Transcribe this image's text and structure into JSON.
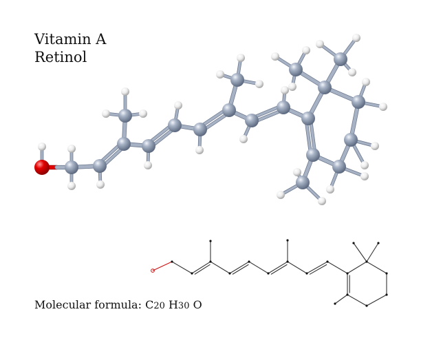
{
  "title": {
    "line1": "Vitamin A",
    "line2": "Retinol"
  },
  "formula": {
    "label": "Molecular formula:",
    "c": "C",
    "c_count": "20",
    "h": "H",
    "h_count": "30",
    "o": "O"
  },
  "colors": {
    "carbon": "#8e9bb0",
    "hydrogen": "#eeeeee",
    "oxygen": "#e30000",
    "bond": "#a7b2c5",
    "skeleton": "#333333",
    "oxygen_skeleton": "#d01010"
  },
  "model": {
    "atoms": "ball-and-stick",
    "bonds": "cylinders"
  }
}
